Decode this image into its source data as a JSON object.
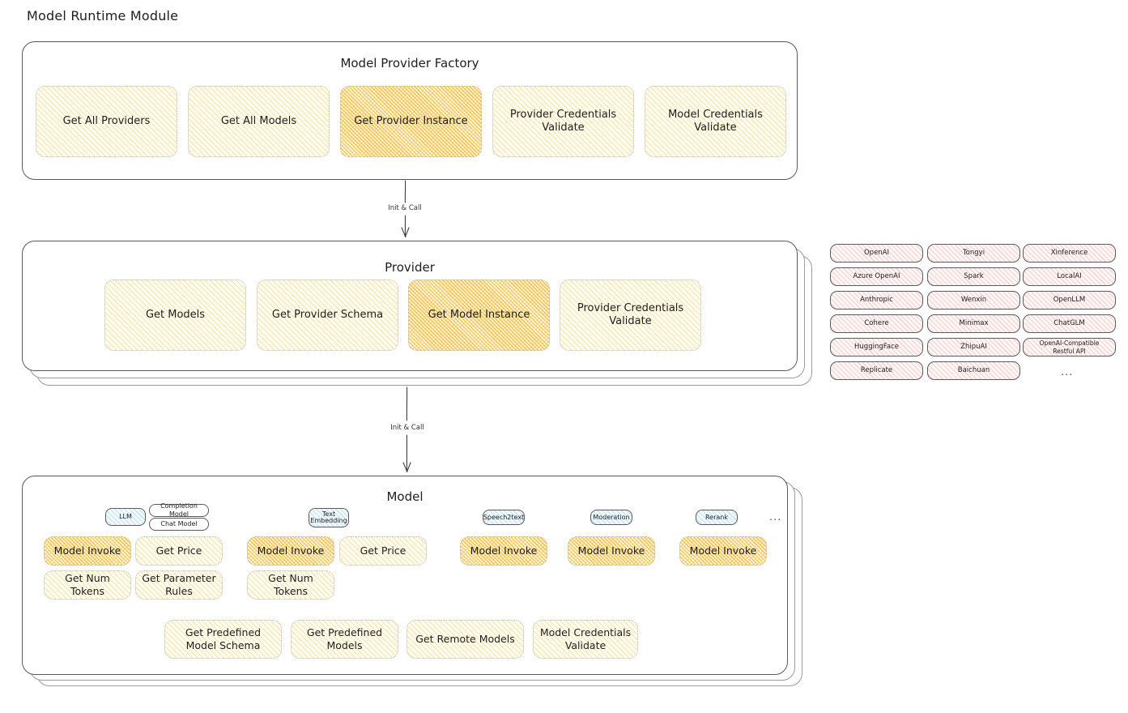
{
  "page": {
    "title": "Model Runtime Module"
  },
  "factory": {
    "title": "Model Provider Factory",
    "cards": [
      {
        "label": "Get All Providers",
        "highlight": false
      },
      {
        "label": "Get All Models",
        "highlight": false
      },
      {
        "label": "Get Provider Instance",
        "highlight": true
      },
      {
        "label": "Provider Credentials Validate",
        "highlight": false
      },
      {
        "label": "Model Credentials Validate",
        "highlight": false
      }
    ]
  },
  "arrows": {
    "factory_to_provider": "Init & Call",
    "provider_to_model": "Init & Call"
  },
  "provider": {
    "title": "Provider",
    "cards": [
      {
        "label": "Get Models",
        "highlight": false
      },
      {
        "label": "Get Provider Schema",
        "highlight": false
      },
      {
        "label": "Get Model Instance",
        "highlight": true
      },
      {
        "label": "Provider Credentials Validate",
        "highlight": false
      }
    ]
  },
  "provider_list": {
    "columns": [
      [
        "OpenAI",
        "Azure OpenAI",
        "Anthropic",
        "Cohere",
        "HuggingFace",
        "Replicate"
      ],
      [
        "Tongyi",
        "Spark",
        "Wenxin",
        "Minimax",
        "ZhipuAI",
        "Baichuan"
      ],
      [
        "Xinference",
        "LocalAI",
        "OpenLLM",
        "ChatGLM",
        "OpenAI-Compatible Restful API"
      ]
    ],
    "more": "..."
  },
  "model": {
    "title": "Model",
    "more": "...",
    "types": [
      {
        "badge": "LLM",
        "sub_badges": [
          "Completion Model",
          "Chat Model"
        ],
        "methods": [
          {
            "label": "Model Invoke",
            "highlight": true
          },
          {
            "label": "Get Price",
            "highlight": false
          },
          {
            "label": "Get Num Tokens",
            "highlight": false
          },
          {
            "label": "Get Parameter Rules",
            "highlight": false
          }
        ]
      },
      {
        "badge": "Text Embedding",
        "sub_badges": [],
        "methods": [
          {
            "label": "Model Invoke",
            "highlight": true
          },
          {
            "label": "Get Price",
            "highlight": false
          },
          {
            "label": "Get Num Tokens",
            "highlight": false
          }
        ]
      },
      {
        "badge": "Speech2text",
        "sub_badges": [],
        "methods": [
          {
            "label": "Model Invoke",
            "highlight": true
          }
        ]
      },
      {
        "badge": "Moderation",
        "sub_badges": [],
        "methods": [
          {
            "label": "Model Invoke",
            "highlight": true
          }
        ]
      },
      {
        "badge": "Rerank",
        "sub_badges": [],
        "methods": [
          {
            "label": "Model Invoke",
            "highlight": true
          }
        ]
      }
    ],
    "common_methods": [
      {
        "label": "Get Predefined Model Schema"
      },
      {
        "label": "Get Predefined Models"
      },
      {
        "label": "Get Remote Models"
      },
      {
        "label": "Model Credentials Validate"
      }
    ]
  },
  "colors": {
    "card_fill": "#fffdf2",
    "card_highlight_fill": "#fff6df",
    "hachure_yellow": "#f2c54a",
    "pill_pink": "#e07878",
    "badge_blue": "#5aaadc",
    "stroke": "#1e1e1e",
    "frame_stroke": "#595959"
  }
}
